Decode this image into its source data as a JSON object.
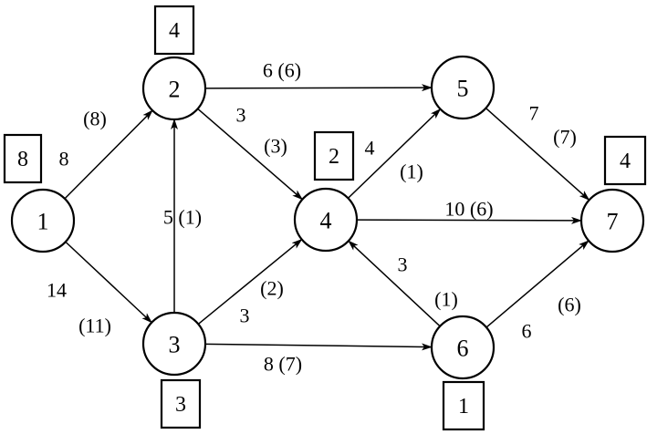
{
  "nodes": [
    {
      "id": "1",
      "label": "1"
    },
    {
      "id": "2",
      "label": "2"
    },
    {
      "id": "3",
      "label": "3"
    },
    {
      "id": "4",
      "label": "4"
    },
    {
      "id": "5",
      "label": "5"
    },
    {
      "id": "6",
      "label": "6"
    },
    {
      "id": "7",
      "label": "7"
    }
  ],
  "node_values": [
    {
      "node": "1",
      "value": "8"
    },
    {
      "node": "2",
      "value": "4"
    },
    {
      "node": "3",
      "value": "3"
    },
    {
      "node": "4",
      "value": "2"
    },
    {
      "node": "6",
      "value": "1"
    },
    {
      "node": "7",
      "value": "4"
    }
  ],
  "edges": [
    {
      "from": "1",
      "to": "2",
      "labels": [
        "8",
        "(8)"
      ]
    },
    {
      "from": "1",
      "to": "3",
      "labels": [
        "14",
        "(11)"
      ]
    },
    {
      "from": "3",
      "to": "2",
      "labels": [
        "5 (1)"
      ]
    },
    {
      "from": "2",
      "to": "5",
      "labels": [
        "6 (6)"
      ]
    },
    {
      "from": "2",
      "to": "4",
      "labels": [
        "3",
        "(3)"
      ]
    },
    {
      "from": "3",
      "to": "4",
      "labels": [
        "(2)",
        "3"
      ]
    },
    {
      "from": "3",
      "to": "6",
      "labels": [
        "8 (7)"
      ]
    },
    {
      "from": "4",
      "to": "5",
      "labels": [
        "4",
        "(1)"
      ]
    },
    {
      "from": "4",
      "to": "7",
      "labels": [
        "10 (6)"
      ]
    },
    {
      "from": "6",
      "to": "4",
      "labels": [
        "3",
        "(1)"
      ]
    },
    {
      "from": "5",
      "to": "7",
      "labels": [
        "7",
        "(7)"
      ]
    },
    {
      "from": "6",
      "to": "7",
      "labels": [
        "6",
        "(6)"
      ]
    }
  ]
}
